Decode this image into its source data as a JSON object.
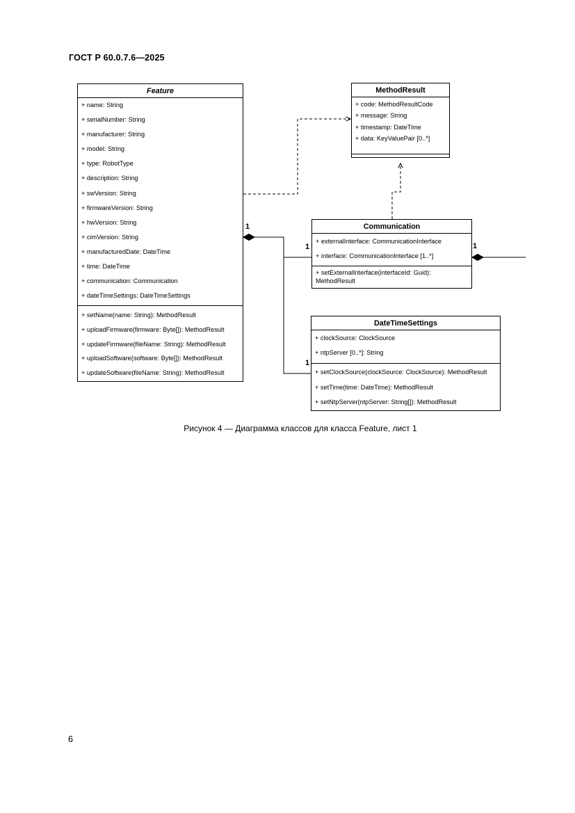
{
  "document": {
    "header": "ГОСТ Р 60.0.7.6—2025",
    "caption": "Рисунок 4 — Диаграмма классов для класса Feature, лист 1",
    "page_number": "6"
  },
  "diagram": {
    "classes": {
      "feature": {
        "name": "Feature",
        "attributes": [
          "+ name: String",
          "+ serialNumber: String",
          "+ manufacturer: String",
          "+ model: String",
          "+ type: RobotType",
          "+ description: String",
          "+ swVersion: String",
          "+ firmwareVersion: String",
          "+ hwVersion: String",
          "+ cimVersion: String",
          "+ manufacturedDate: DateTime",
          "+ time: DateTime",
          "+ communication: Communication",
          "+ dateTimeSettings: DateTimeSettings"
        ],
        "operations": [
          "+ setName(name: String): MethodResult",
          "+ uploadFirmware(firmware: Byte[]): MethodResult",
          "+ updateFirmware(fileName: String): MethodResult",
          "+ uploadSoftware(software: Byte[]): MethodResult",
          "+ updateSoftware(fileName: String): MethodResult"
        ]
      },
      "method_result": {
        "name": "MethodResult",
        "attributes": [
          "+ code: MethodResultCode",
          "+ message: String",
          "+ timestamp: DateTime",
          "+ data: KeyValuePair [0..*]"
        ],
        "operations": []
      },
      "communication": {
        "name": "Communication",
        "attributes": [
          "+ externalInterface: CommunicationInterface",
          "+ interface: CommunicationInterface [1..*]"
        ],
        "operations": [
          "+ setExternalInterface(interfaceId: Guid):",
          "MethodResult"
        ]
      },
      "date_time_settings": {
        "name": "DateTimeSettings",
        "attributes": [
          "+ clockSource: ClockSource",
          "+ ntpServer [0..*]: String"
        ],
        "operations": [
          "+ setClockSource(clockSource: ClockSource): MethodResult",
          "+ setTime(time: DateTime): MethodResult",
          "+ setNtpServer(ntpServer: String[]): MethodResult"
        ]
      }
    },
    "multiplicities": {
      "feature_composition": "1",
      "communication_end": "1",
      "date_time_settings_end": "1",
      "communication_composition": "1"
    }
  }
}
